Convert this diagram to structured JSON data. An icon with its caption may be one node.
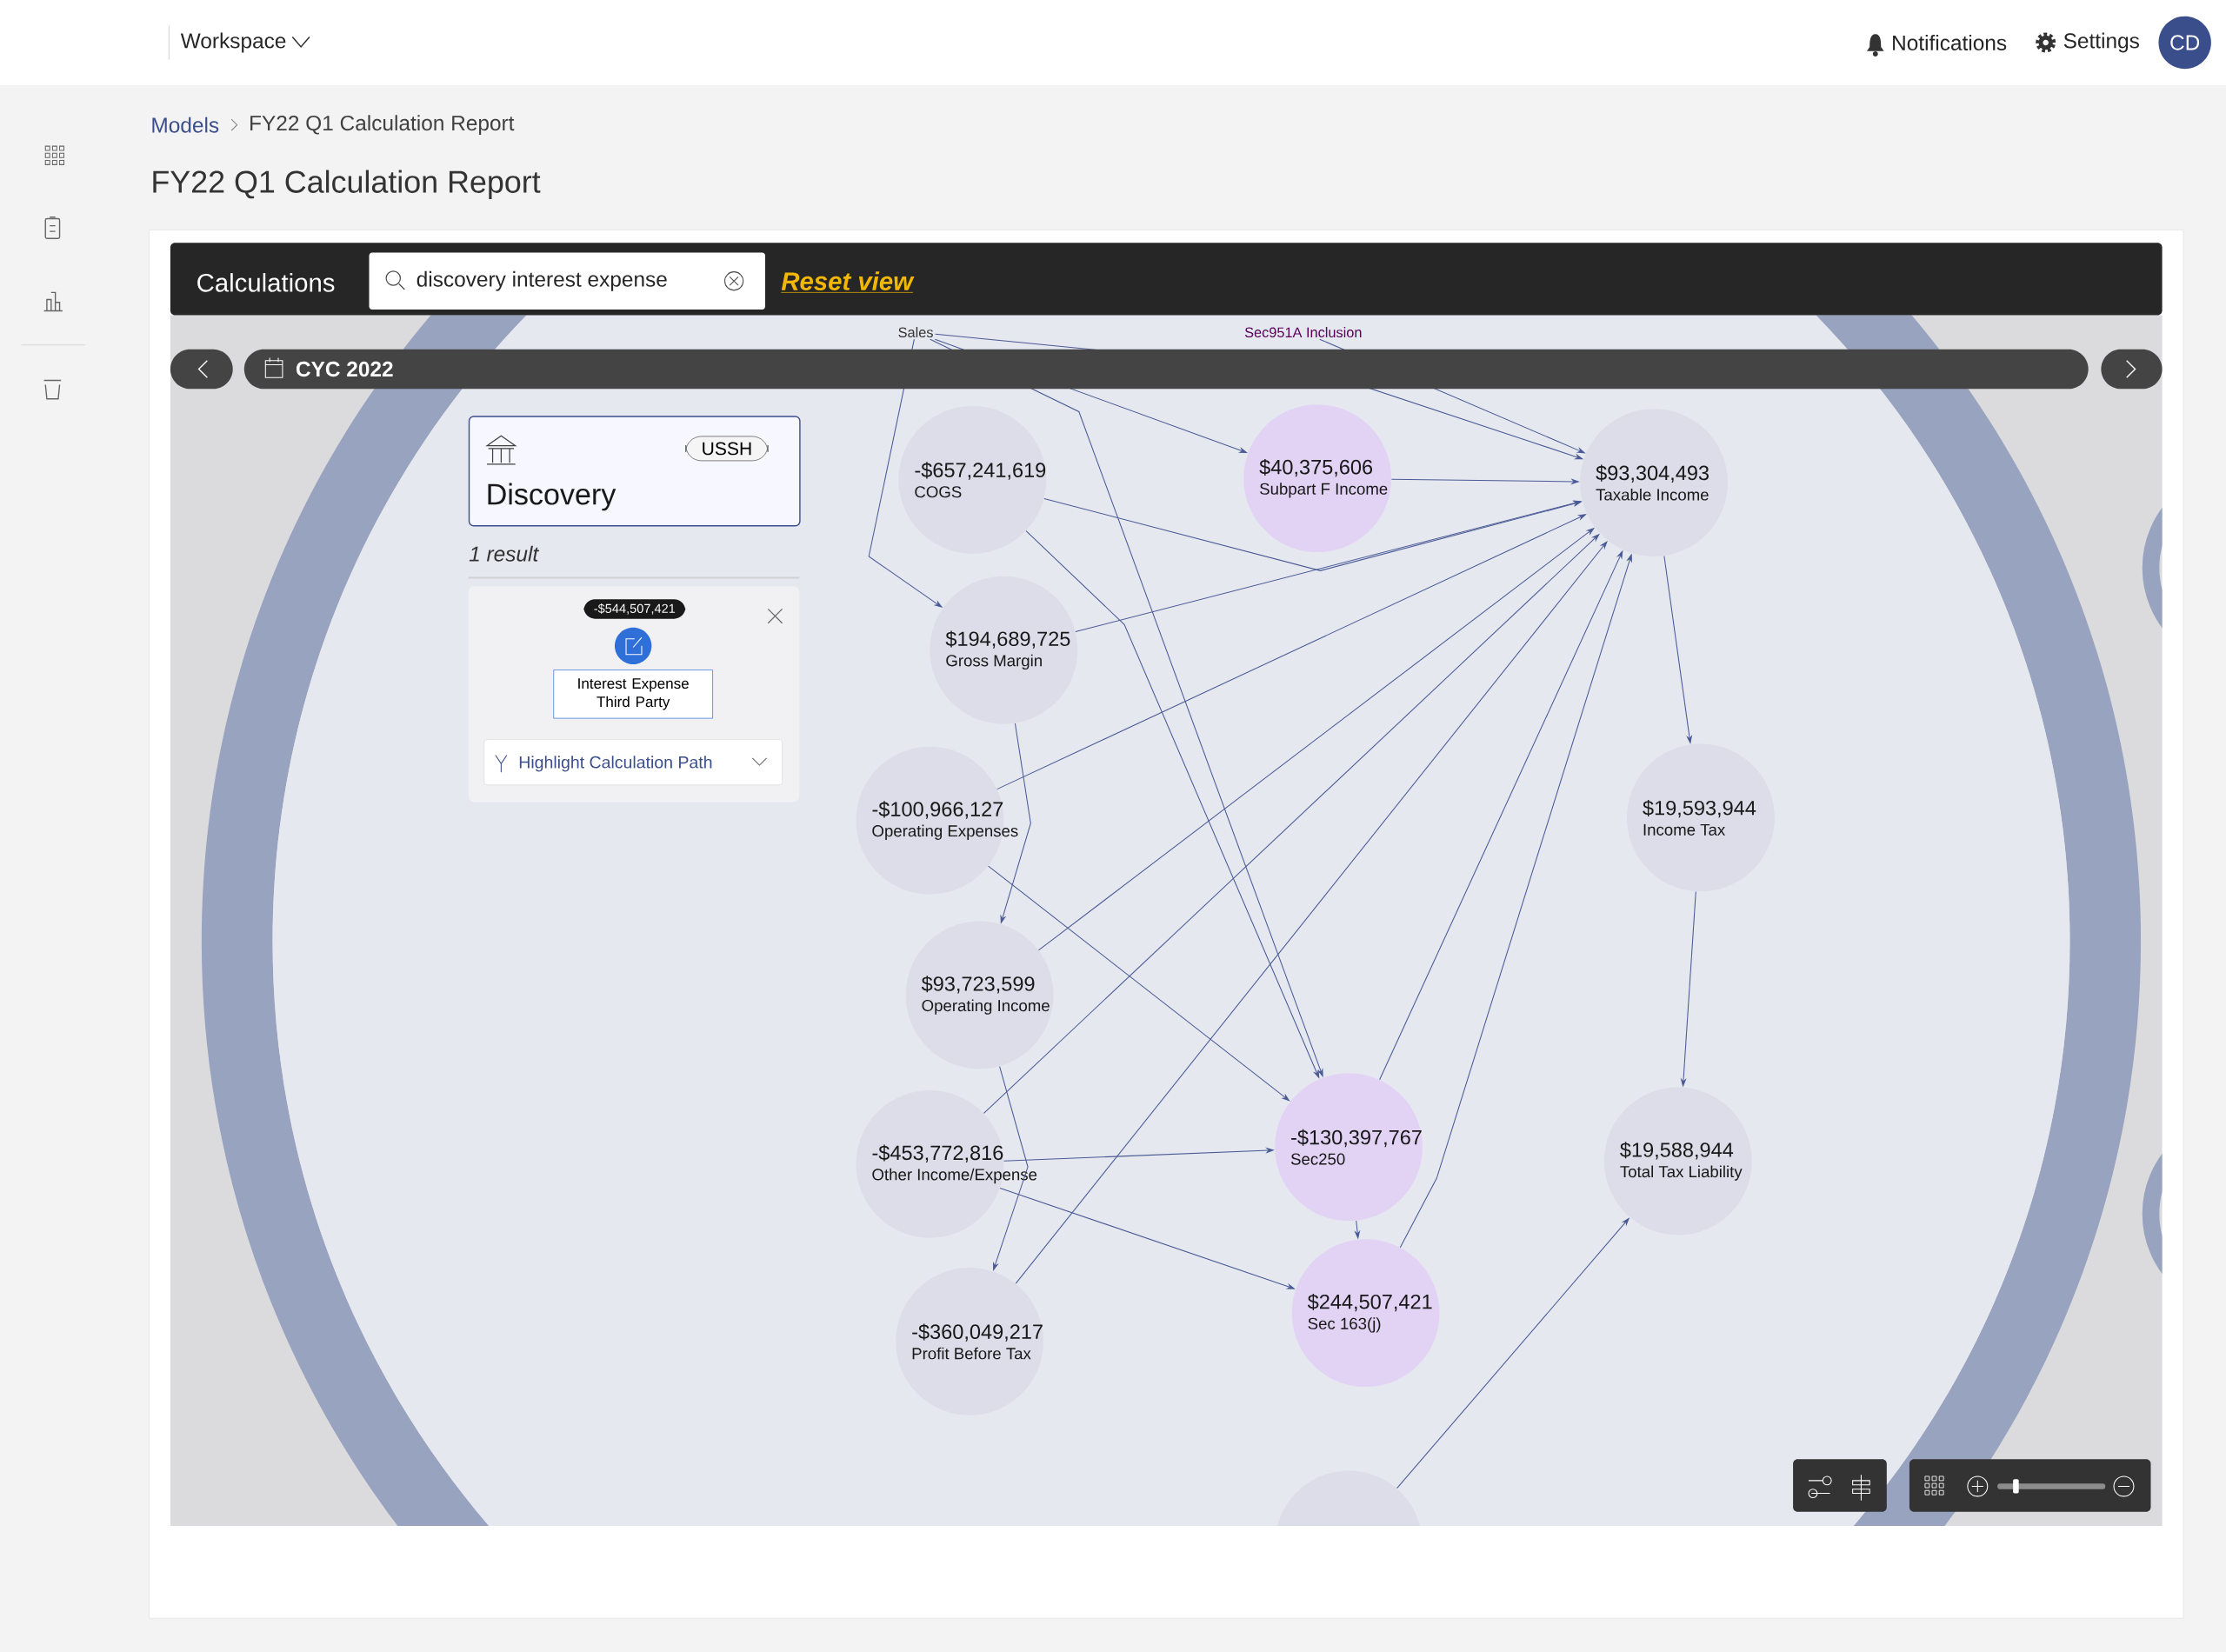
{
  "diagram": {
    "title": "FY22 Q1 Calculation Report",
    "nodes": [
      {
        "text": [
          "Sales"
        ]
      },
      {
        "text": [
          "Sec951A Inclusion"
        ]
      },
      {
        "text": [
          "-$657,241,619",
          "COGS"
        ]
      },
      {
        "text": [
          "$40,375,606",
          "Subpart F Income"
        ]
      },
      {
        "text": [
          "$93,304,493",
          "Taxable Income"
        ]
      },
      {
        "text": [
          "$194,689,725",
          "Gross Margin"
        ]
      },
      {
        "text": [
          "-$100,966,127",
          "Operating Expenses"
        ]
      },
      {
        "text": [
          "$19,593,944",
          "Income Tax"
        ]
      },
      {
        "text": [
          "$93,723,599",
          "Operating Income"
        ]
      },
      {
        "text": [
          "-$453,772,816",
          "Other Income/Expense"
        ]
      },
      {
        "text": [
          "-$130,397,767",
          "Sec250"
        ]
      },
      {
        "text": [
          "$19,588,944",
          "Total Tax Liability"
        ]
      },
      {
        "text": [
          "-$360,049,217",
          "Profit Before Tax"
        ]
      },
      {
        "text": [
          "$244,507,421",
          "Sec 163(j)"
        ]
      },
      {
        "text": [],
        "shape": "circle"
      },
      {
        "text": [
          "USSH",
          "Discovery"
        ]
      },
      {
        "text": [
          "Interest Expense Third Party"
        ]
      }
    ],
    "edges": [
      {
        "from": 0,
        "to": 5,
        "arrow": "to"
      },
      {
        "from": 0,
        "to": 10,
        "arrow": "to"
      },
      {
        "from": 0,
        "to": 3,
        "arrow": "to"
      },
      {
        "from": 0,
        "to": 4,
        "arrow": "to"
      },
      {
        "from": 1,
        "to": 4,
        "arrow": "to"
      },
      {
        "from": 2,
        "to": 4,
        "arrow": "to"
      },
      {
        "from": 2,
        "to": 10,
        "arrow": "to"
      },
      {
        "from": 3,
        "to": 4,
        "arrow": "to"
      },
      {
        "from": 5,
        "to": 4,
        "arrow": "to"
      },
      {
        "from": 5,
        "to": 8,
        "arrow": "to"
      },
      {
        "from": 6,
        "to": 4,
        "arrow": "to"
      },
      {
        "from": 6,
        "to": 10,
        "arrow": "to"
      },
      {
        "from": 8,
        "to": 4,
        "arrow": "to"
      },
      {
        "from": 9,
        "to": 4,
        "arrow": "to"
      },
      {
        "from": 12,
        "to": 4,
        "arrow": "to"
      },
      {
        "from": 10,
        "to": 4,
        "arrow": "to"
      },
      {
        "from": 13,
        "to": 4,
        "arrow": "to"
      },
      {
        "from": 4,
        "to": 7,
        "arrow": "to"
      },
      {
        "from": 7,
        "to": 11,
        "arrow": "to"
      },
      {
        "from": 8,
        "to": 12,
        "arrow": "to"
      },
      {
        "from": 9,
        "to": 10,
        "arrow": "to"
      },
      {
        "from": 9,
        "to": 13,
        "arrow": "to"
      },
      {
        "from": 10,
        "to": 13,
        "arrow": "to"
      },
      {
        "from": 14,
        "to": 11,
        "arrow": "to"
      }
    ],
    "labels": [
      "Workspace",
      "Notifications",
      "Settings",
      "CD",
      "Models",
      "FY22 Q1 Calculation Report",
      "Calculations",
      "discovery interest expense",
      "Reset view",
      "CYC 2022",
      "1 result",
      "Highlight Calculation Path",
      "-$544,507,421"
    ]
  }
}
